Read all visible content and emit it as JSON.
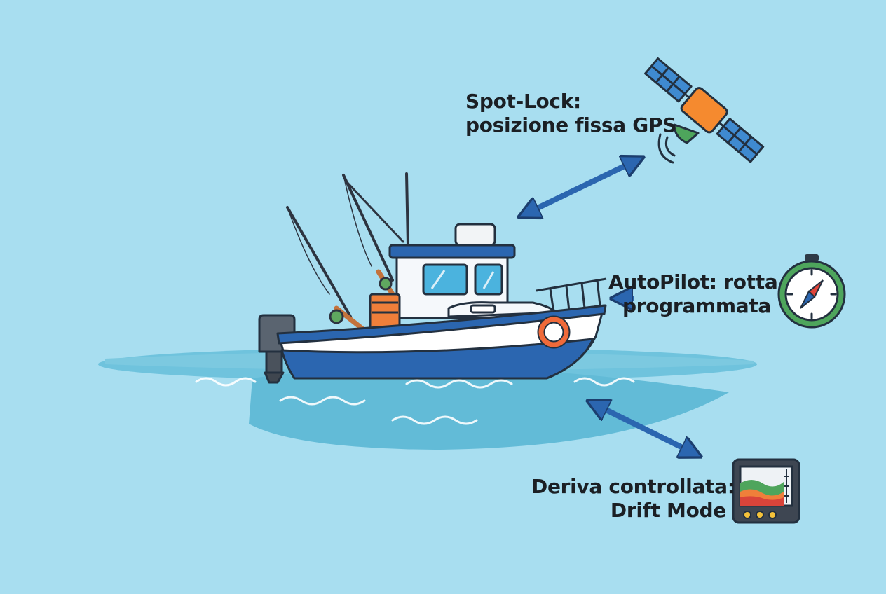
{
  "labels": {
    "spot_lock": {
      "line1": "Spot-Lock:",
      "line2": "posizione fissa GPS"
    },
    "autopilot": {
      "line1": "AutoPilot: rotta",
      "line2": "programmata"
    },
    "drift": {
      "line1": "Deriva controllata:",
      "line2": "Drift Mode"
    }
  },
  "colors": {
    "sky": "#a8def0",
    "water": "#6fc3dd",
    "hull_blue": "#2b66b0",
    "arrow_blue": "#2b66b0",
    "orange": "#ef7f3a",
    "green": "#4ea55c",
    "outline": "#23303f"
  },
  "icons": [
    "satellite-icon",
    "compass-icon",
    "sonar-display-icon",
    "fishing-boat-illustration"
  ]
}
